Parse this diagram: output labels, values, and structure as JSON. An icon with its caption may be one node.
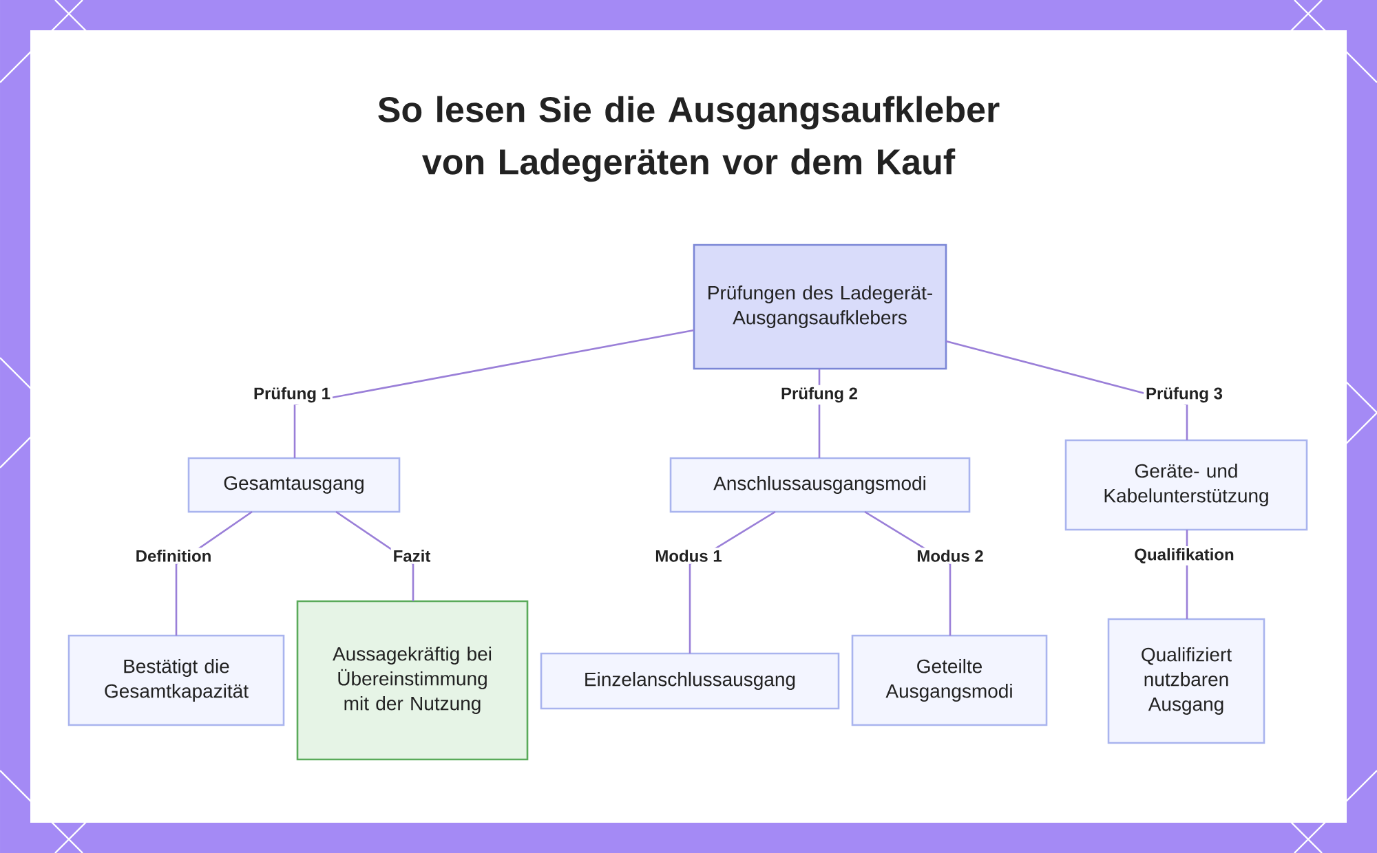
{
  "diagram": {
    "title": "So lesen Sie die Ausgangsaufkleber von Ladegeräten vor dem Kauf",
    "nodes": [
      {
        "text": [
          "Prüfungen des Ladegerät- Ausgangsaufklebers"
        ]
      },
      {
        "text": [
          "Gesamtausgang"
        ]
      },
      {
        "text": [
          "Anschlussausgangsmodi"
        ]
      },
      {
        "text": [
          "Geräte- und Kabelunterstützung"
        ]
      },
      {
        "text": [
          "Bestätigt die Gesamtkapazität"
        ]
      },
      {
        "text": [
          "Aussagekräftig bei Übereinstimmung mit der Nutzung"
        ]
      },
      {
        "text": [
          "Einzelanschlussausgang"
        ]
      },
      {
        "text": [
          "Geteilte Ausgangsmodi"
        ]
      },
      {
        "text": [
          "Qualifiziert nutzbaren Ausgang"
        ]
      }
    ],
    "edges": [
      {
        "from": 0,
        "to": 1,
        "arrow": "none",
        "label": "Prüfung 1"
      },
      {
        "from": 0,
        "to": 2,
        "arrow": "none",
        "label": "Prüfung 2"
      },
      {
        "from": 0,
        "to": 3,
        "arrow": "none",
        "label": "Prüfung 3"
      },
      {
        "from": 1,
        "to": 4,
        "arrow": "none",
        "label": "Definition"
      },
      {
        "from": 1,
        "to": 5,
        "arrow": "none",
        "label": "Fazit"
      },
      {
        "from": 2,
        "to": 6,
        "arrow": "none",
        "label": "Modus 1"
      },
      {
        "from": 2,
        "to": 7,
        "arrow": "none",
        "label": "Modus 2"
      },
      {
        "from": 3,
        "to": 8,
        "arrow": "none",
        "label": "Qualifikation"
      }
    ]
  }
}
